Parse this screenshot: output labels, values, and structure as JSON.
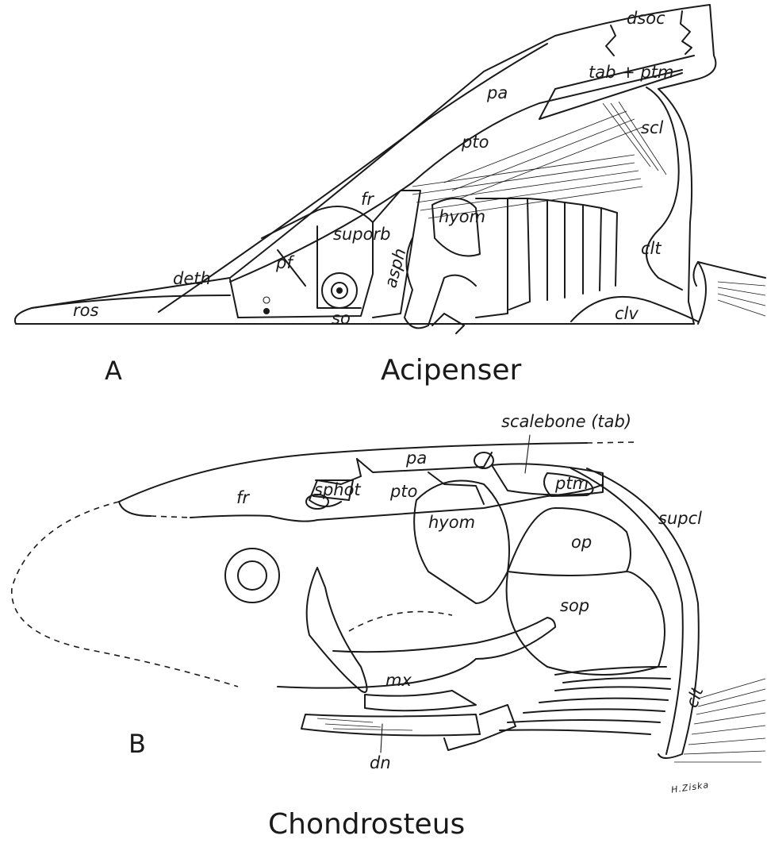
{
  "panel_a": {
    "letter": "A",
    "genus": "Acipenser",
    "labels": {
      "dsoc": "dsoc",
      "tab_ptm": "tab + ptm",
      "pa": "pa",
      "scl": "scl",
      "pto": "pto",
      "fr": "fr",
      "hyom": "hyom",
      "suporb": "suporb",
      "asph": "asph",
      "clt": "clt",
      "deth": "deth",
      "pf": "pf",
      "ros": "ros",
      "so": "so",
      "clv": "clv"
    }
  },
  "panel_b": {
    "letter": "B",
    "genus": "Chondrosteus",
    "labels": {
      "scalebone": "scalebone (tab)",
      "pa": "pa",
      "ptm": "ptm",
      "pto": "pto",
      "fr": "fr",
      "sphot": "sphot",
      "supcl": "supcl",
      "hyom": "hyom",
      "op": "op",
      "sop": "sop",
      "mx": "mx",
      "clt": "clt",
      "dn": "dn"
    },
    "signature": "H.Ziska"
  }
}
